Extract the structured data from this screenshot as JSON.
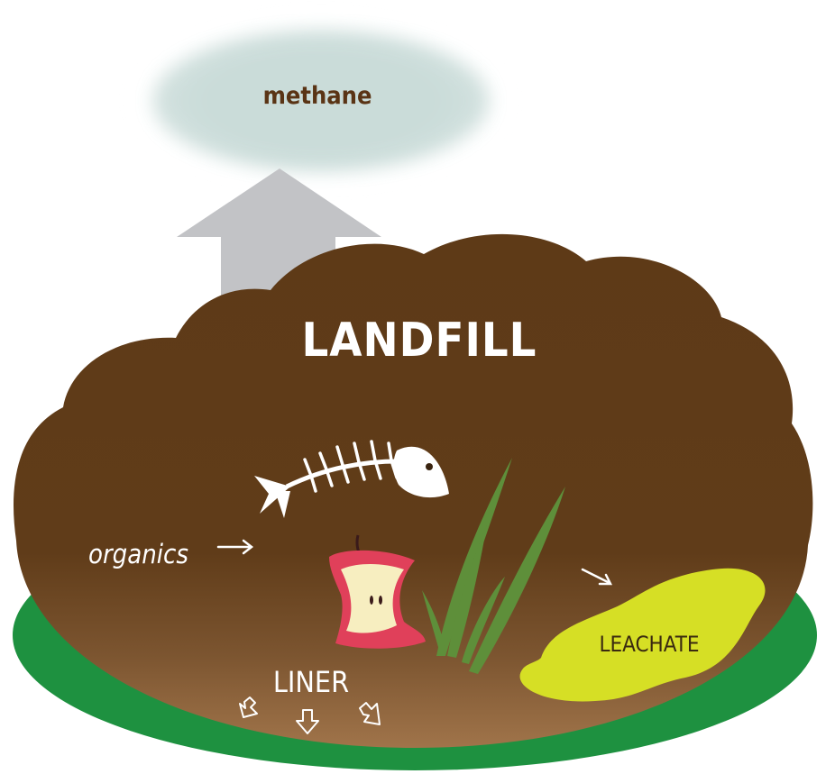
{
  "diagram": {
    "labels": {
      "methane": "methane",
      "landfill": "LANDFILL",
      "organics": "organics",
      "leachate": "LEACHATE",
      "liner": "LINER"
    },
    "colors": {
      "soil_dark": "#5e3a17",
      "soil_light": "#9e7147",
      "liner_green": "#1e9140",
      "cloud": "#c9dcd9",
      "methane_arrow": "#c2c3c6",
      "methane_text": "#5a3415",
      "leachate": "#d6df25",
      "leachate_text": "#3a2a10",
      "grass": "#5e8f3a",
      "apple_skin": "#e0405a",
      "apple_flesh": "#f7eec0",
      "label_white": "#ffffff"
    },
    "icons": {
      "fish": "fish-skeleton-icon",
      "apple": "apple-core-icon",
      "grass": "grass-blades-icon",
      "arrow_right": "arrow-right-icon",
      "arrow_down": "arrow-down-outline-icon",
      "methane_arrow": "arrow-up-icon"
    }
  }
}
